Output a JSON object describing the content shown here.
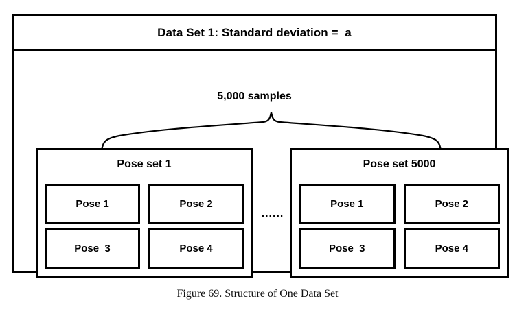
{
  "figure": {
    "caption": "Figure 69. Structure of One Data Set"
  },
  "dataset": {
    "title": "Data Set 1: Standard deviation =  a",
    "samples_label": "5,000 samples",
    "brace_icon": "curly-brace-up-icon",
    "ellipsis": "......",
    "pose_sets": [
      {
        "title": "Pose set 1",
        "poses": [
          "Pose 1",
          "Pose 2",
          "Pose  3",
          "Pose 4"
        ]
      },
      {
        "title": "Pose set 5000",
        "poses": [
          "Pose 1",
          "Pose 2",
          "Pose  3",
          "Pose 4"
        ]
      }
    ]
  },
  "colors": {
    "stroke": "#000000",
    "background": "#ffffff",
    "caption_text": "#111111"
  }
}
